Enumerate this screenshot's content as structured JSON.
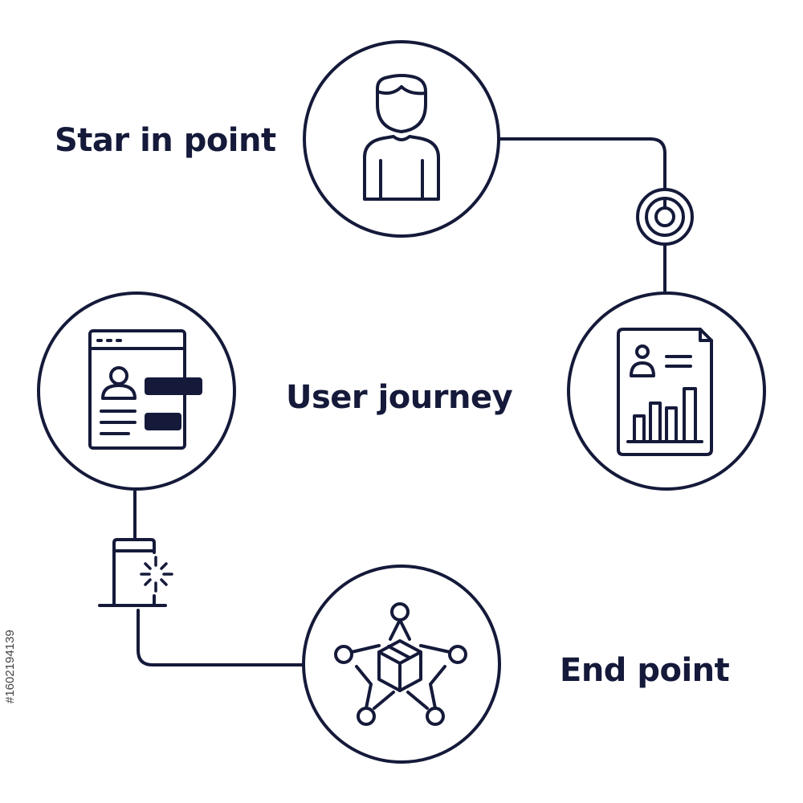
{
  "diagram": {
    "title": "User journey",
    "nodes": [
      {
        "id": "start",
        "label": "Star in point",
        "icon": "user-icon"
      },
      {
        "id": "report",
        "label": "",
        "icon": "report-chart-icon"
      },
      {
        "id": "end",
        "label": "End point",
        "icon": "network-box-icon"
      },
      {
        "id": "profile",
        "label": "",
        "icon": "profile-window-icon"
      }
    ],
    "connectors": [
      {
        "from": "start",
        "to": "report",
        "marker": "target-icon"
      },
      {
        "from": "end",
        "to": "profile",
        "marker": "phone-tap-icon"
      }
    ],
    "colors": {
      "stroke": "#151a3a",
      "background": "#ffffff"
    }
  },
  "watermark": {
    "text": "#1602194139"
  }
}
